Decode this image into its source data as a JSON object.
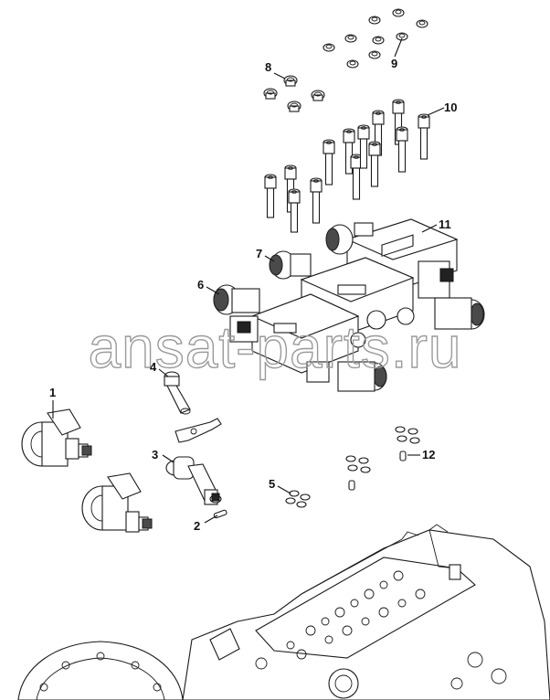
{
  "callouts": {
    "c1": "1",
    "c2": "2",
    "c3": "3",
    "c4": "4",
    "c5": "5",
    "c6": "6",
    "c7": "7",
    "c8": "8",
    "c9": "9",
    "c10": "10",
    "c11": "11",
    "c12": "12"
  },
  "watermark": "ansat-parts.ru"
}
